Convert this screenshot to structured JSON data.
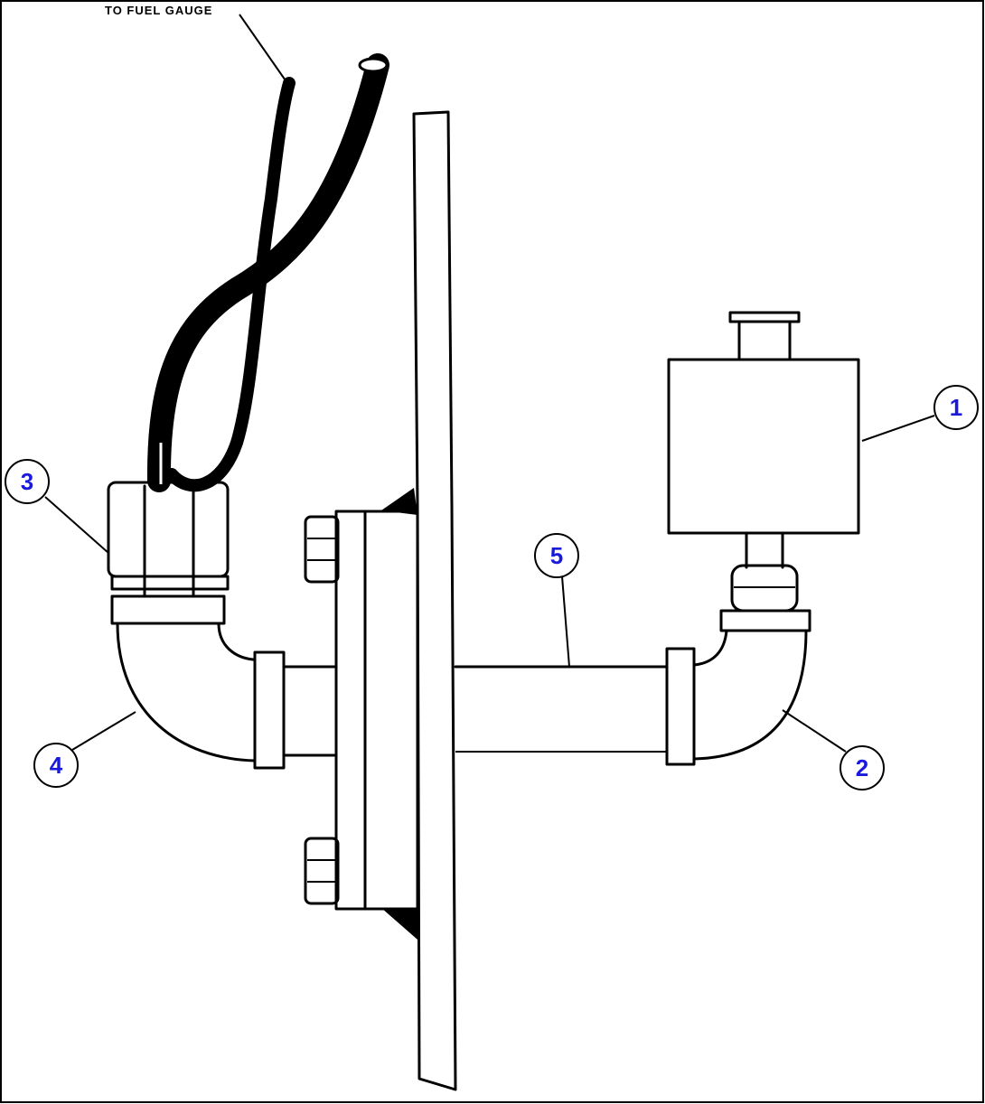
{
  "annotation": {
    "text": "TO FUEL GAUGE"
  },
  "callouts": [
    {
      "label": "1"
    },
    {
      "label": "2"
    },
    {
      "label": "3"
    },
    {
      "label": "4"
    },
    {
      "label": "5"
    }
  ],
  "colors": {
    "line": "#000000",
    "callout_text": "#1a1adc",
    "background": "#ffffff"
  }
}
